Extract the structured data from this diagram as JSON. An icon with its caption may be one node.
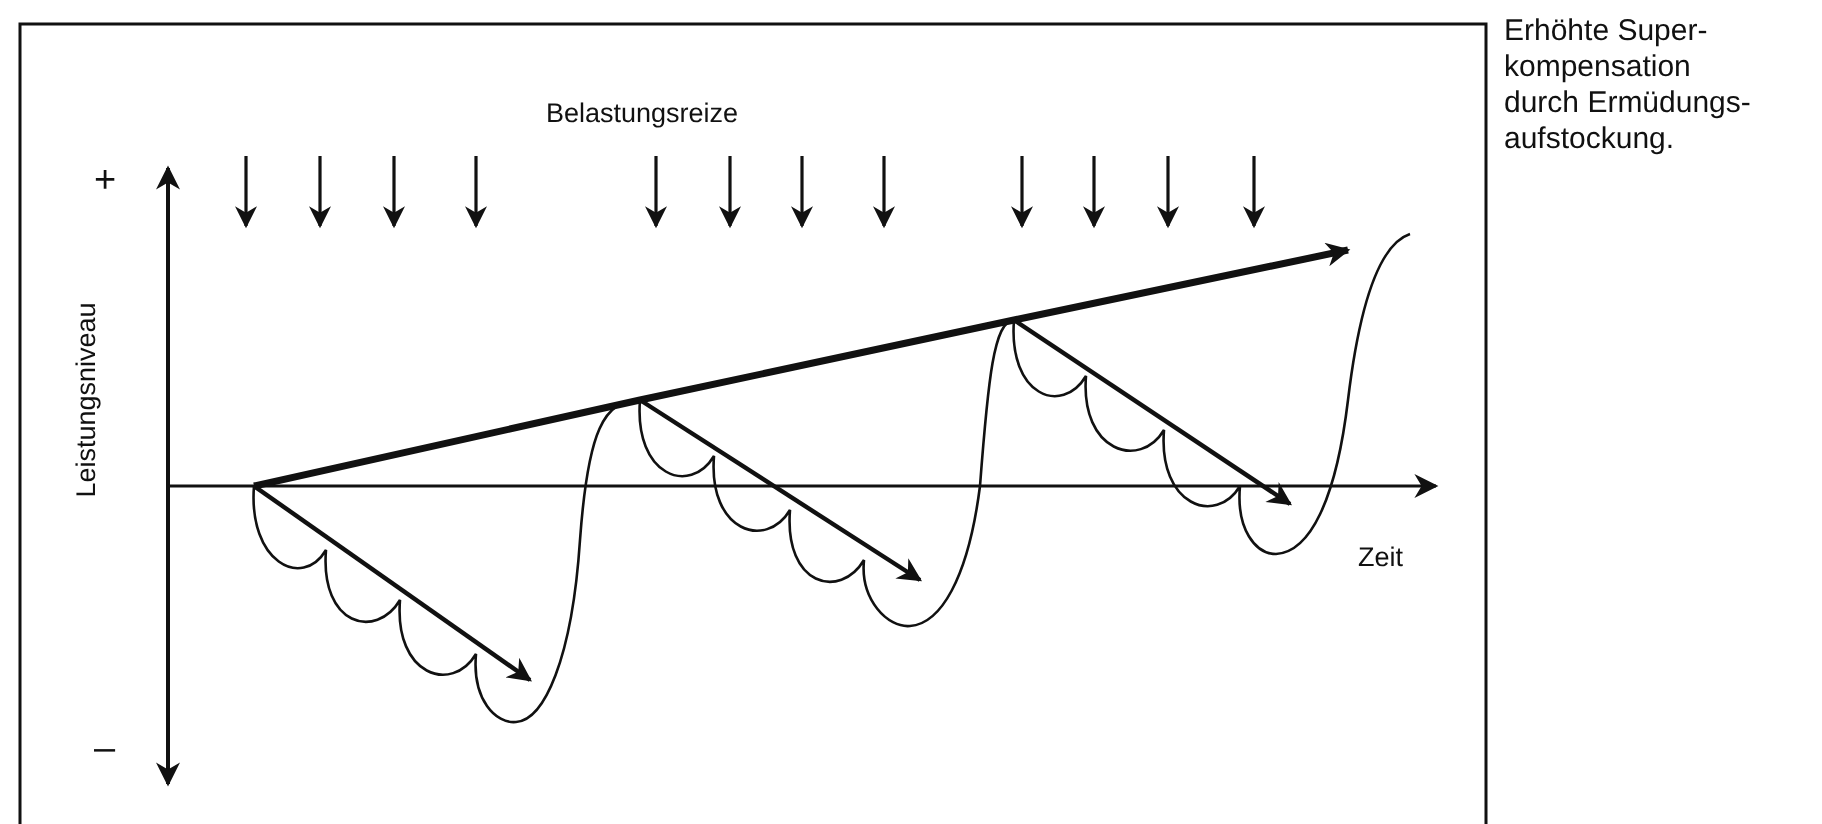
{
  "diagram": {
    "labels": [
      "Belastungsreize",
      "+",
      "Leistungsniveau",
      "–",
      "Zeit",
      "Erhöhte Super- kompensation durch Ermüdungs- aufstockung."
    ]
  }
}
